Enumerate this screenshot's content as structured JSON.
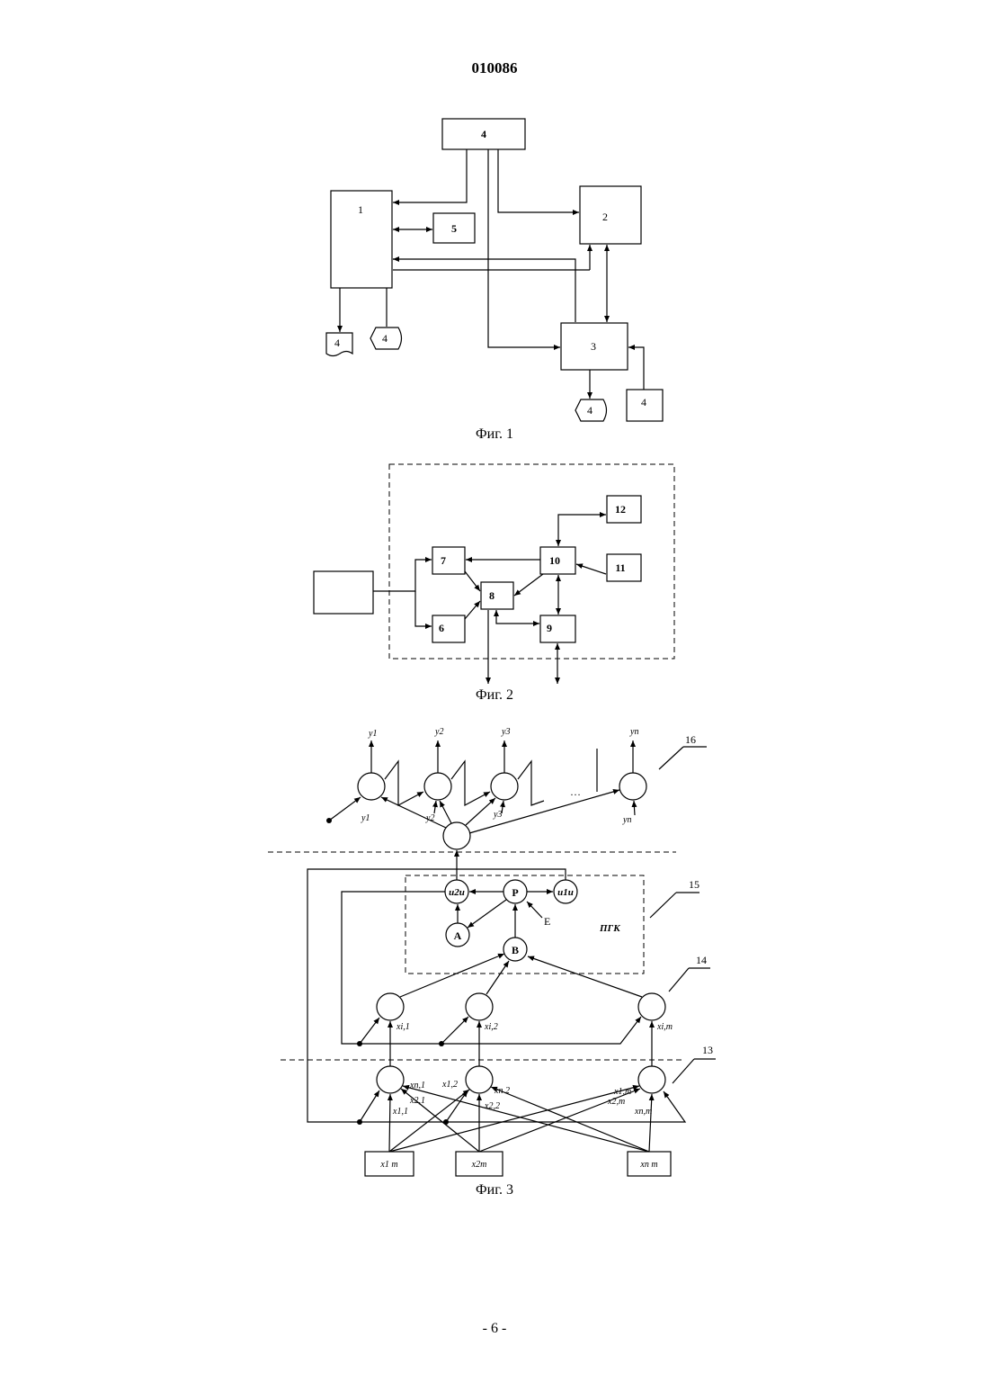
{
  "header": {
    "patent_number": "010086"
  },
  "footer": {
    "page_label": "- 6 -"
  },
  "fig1": {
    "caption": "Фиг. 1",
    "blocks": {
      "b1": "1",
      "b2": "2",
      "b3": "3",
      "b4_top": "4",
      "b5": "5",
      "doc4": "4",
      "disp4_left": "4",
      "disp4_bottom": "4",
      "box4_right": "4"
    }
  },
  "fig2": {
    "caption": "Фиг. 2",
    "blocks": {
      "b6": "6",
      "b7": "7",
      "b8": "8",
      "b9": "9",
      "b10": "10",
      "b11": "11",
      "b12": "12"
    }
  },
  "fig3": {
    "caption": "Фиг. 3",
    "layer_labels": {
      "l13": "13",
      "l14": "14",
      "l15": "15",
      "l16": "16"
    },
    "outputs": {
      "y1": "y1",
      "y2": "y2",
      "y3": "y3",
      "yn": "yn"
    },
    "dots": "…",
    "pgk_label": "ПГК",
    "node_labels": {
      "P": "P",
      "A": "A",
      "B": "B",
      "E": "E",
      "n2": "и2и",
      "n1": "и1и"
    },
    "mid_inputs": {
      "a": "xi,1",
      "b": "xi,2",
      "c": "xi,m"
    },
    "low_inputs": {
      "a1": "xn,1",
      "a2": "x2,1",
      "a3": "x1,1",
      "b1": "x1,2",
      "b2": "xn 2",
      "b3": "x2,2",
      "c1": "x1,m",
      "c2": "x2,m",
      "c3": "xn,m"
    },
    "input_boxes": {
      "left": "x1 m",
      "mid": "x2m",
      "right": "xn m"
    }
  }
}
